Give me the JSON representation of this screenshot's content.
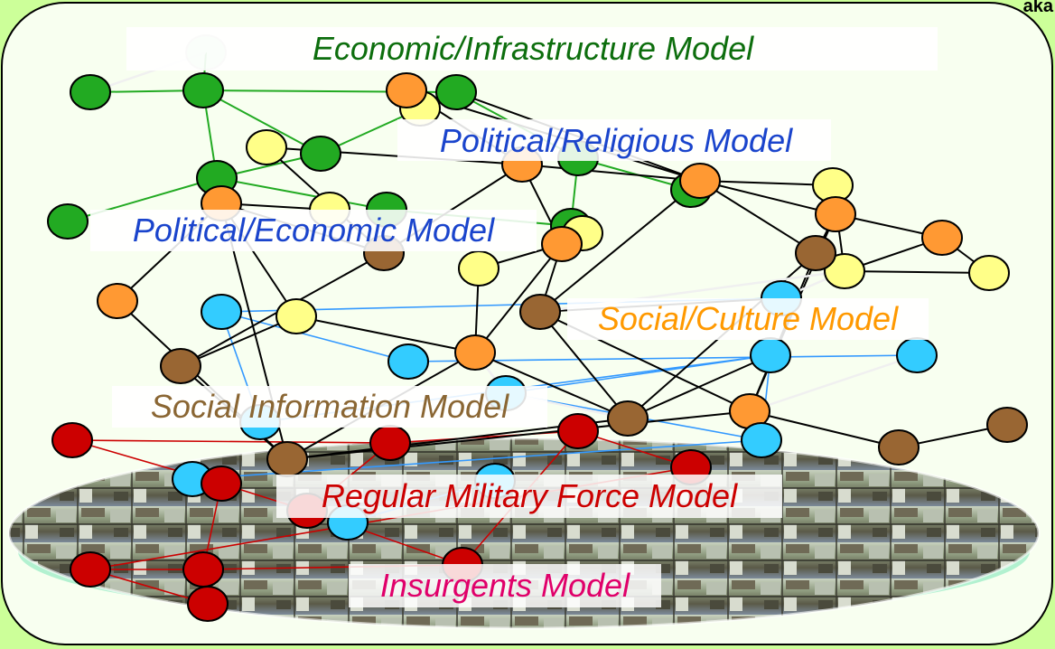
{
  "corner_text": "aka",
  "colors": {
    "background": "#ccff99",
    "panel": "#f8fff0",
    "economic": "#22aa22",
    "political_religious": "#ffff88",
    "political_economic": "#ff9933",
    "social_information": "#996633",
    "social_culture_links": "#3399ff",
    "social_culture_nodes": "#33ccff",
    "military": "#cc0000",
    "insurgent": "#cc0000",
    "edge_black": "#000000"
  },
  "layers": [
    {
      "name": "Economic/Infrastructure Model",
      "color": "#0d6e0d"
    },
    {
      "name": "Political/Religious Model",
      "color": "#1a44cc"
    },
    {
      "name": "Political/Economic Model",
      "color": "#1a44cc"
    },
    {
      "name": "Social/Culture Model",
      "color": "#ff9900"
    },
    {
      "name": "Social Information Model",
      "color": "#8a6633"
    },
    {
      "name": "Regular Military Force Model",
      "color": "#cc0000"
    },
    {
      "name": "Insurgents Model",
      "color": "#e0006a"
    }
  ]
}
